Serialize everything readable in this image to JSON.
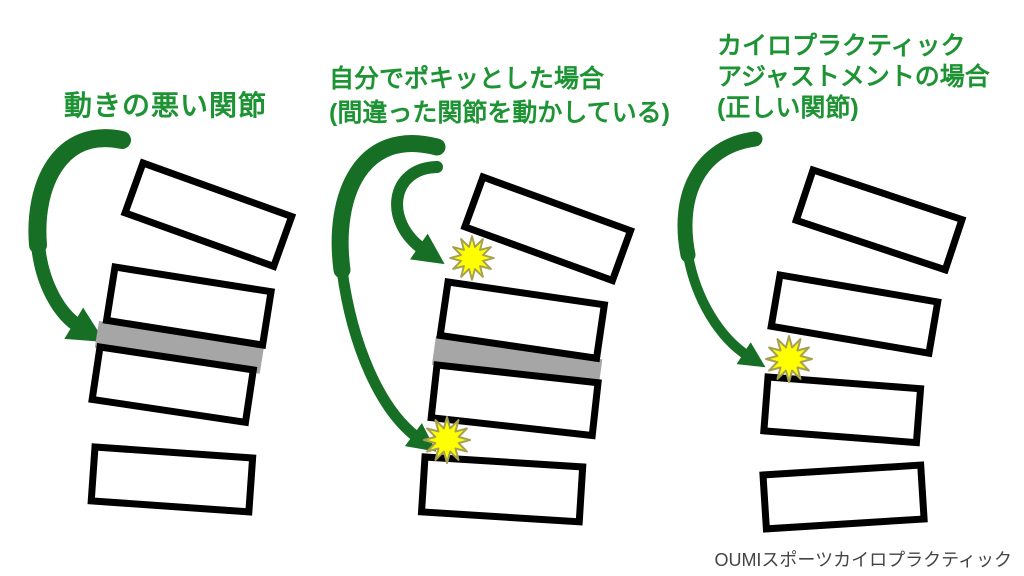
{
  "colors": {
    "green": "#176f25",
    "heading_green": "#1e9334",
    "vertebra_stroke": "#000000",
    "joint_gray": "#a6a6a6",
    "starburst_yellow": "#ffff00",
    "starburst_outline": "#a6a053",
    "footer_gray": "#444444",
    "background": "#ffffff"
  },
  "panels": [
    {
      "id": "stiff-joint",
      "title_lines": [
        "動きの悪い関節"
      ]
    },
    {
      "id": "self-crack",
      "title_lines": [
        "自分でポキッとした場合",
        "(間違った関節を動かしている)"
      ]
    },
    {
      "id": "chiropractic-adjustment",
      "title_lines": [
        "カイロプラクティック",
        "アジャストメントの場合",
        "(正しい関節)"
      ]
    }
  ],
  "footer": {
    "credit": "OUMIスポーツカイロプラクティック"
  }
}
